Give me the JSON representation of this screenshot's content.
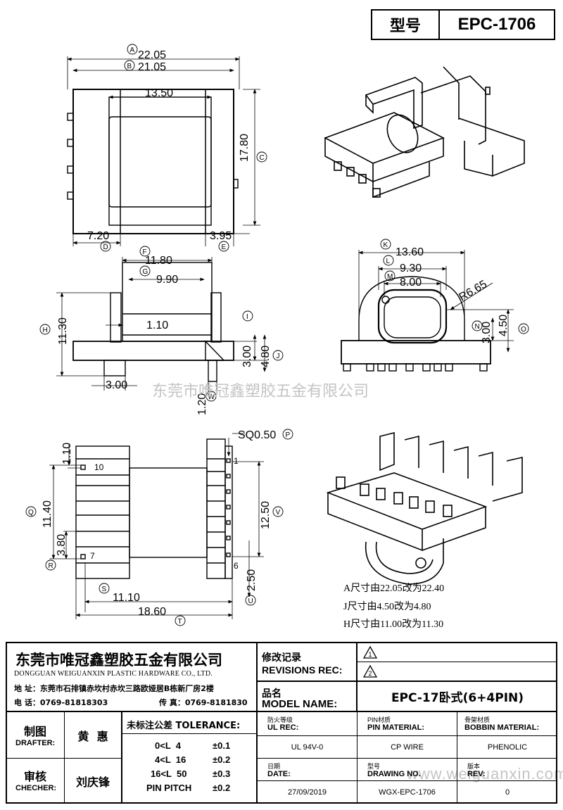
{
  "header": {
    "model_label": "型号",
    "model_value": "EPC-1706"
  },
  "dimensions": {
    "A": "22.05",
    "B": "21.05",
    "C": "17.80",
    "D": "7.20",
    "E": "3.95",
    "F": "11.80",
    "G": "9.90",
    "H": "11.30",
    "I": "3.00",
    "J": "4.80",
    "h1": "1.10",
    "k1": "3.00",
    "W": "1.20",
    "K": "13.60",
    "L": "9.30",
    "M": "8.00",
    "R": "R6.65",
    "N": "3.00",
    "O": "4.50",
    "P": "SQ0.50",
    "q1": "1.10",
    "Q": "11.40",
    "R2": "3.80",
    "V": "12.50",
    "U": "2.50",
    "S": "11.10",
    "T": "18.60",
    "pin_10": "10",
    "pin_7": "7",
    "pin_1": "1",
    "pin_6": "6"
  },
  "letters": [
    "A",
    "B",
    "C",
    "D",
    "E",
    "F",
    "G",
    "H",
    "I",
    "J",
    "K",
    "L",
    "M",
    "N",
    "O",
    "P",
    "Q",
    "R",
    "S",
    "T",
    "U",
    "V",
    "W"
  ],
  "notes": [
    "A尺寸由22.05改为22.40",
    "J尺寸由4.50改为4.80",
    "H尺寸由11.00改为11.30"
  ],
  "watermarks": {
    "company": "东莞市唯冠鑫塑胶五金有限公司",
    "site": "www.weiguanxin.com"
  },
  "title_block": {
    "company_cn": "东莞市唯冠鑫塑胶五金有限公司",
    "company_en": "DONGGUAN WEIGUANXIN PLASTIC HARDWARE CO., LTD.",
    "address": "地  址：东莞市石排镇赤坎村赤坎三路欧娅居B栋新厂房2楼",
    "phone": "电  话：0769-81818303",
    "fax": "传  真：0769-8181830",
    "revisions_cn": "修改记录",
    "revisions_en": "REVISIONS REC:",
    "rev1": "1",
    "rev2": "2",
    "model_name_cn": "品名",
    "model_name_en": "MODEL NAME:",
    "model_name_value": "EPC-17卧式(6+4PIN)",
    "drafter_cn": "制图",
    "drafter_en": "DRAFTER:",
    "drafter_name": "黄  惠",
    "checker_cn": "审核",
    "checker_en": "CHECHER:",
    "checker_name": "刘庆锋",
    "tolerance_title": "未标注公差 TOLERANCE:",
    "tolerances": [
      {
        "range": "0<L  4",
        "value": "±0.1"
      },
      {
        "range": "4<L  16",
        "value": "±0.2"
      },
      {
        "range": "16<L  50",
        "value": "±0.3"
      },
      {
        "range": "PIN PITCH",
        "value": "±0.2"
      }
    ],
    "ul_cn": "防火等级",
    "ul_en": "UL REC:",
    "ul_value": "UL 94V-0",
    "pin_mat_cn": "PIN材质",
    "pin_mat_en": "PIN MATERIAL:",
    "pin_mat_value": "CP WIRE",
    "bobbin_mat_cn": "骨架材质",
    "bobbin_mat_en": "BOBBIN MATERIAL:",
    "bobbin_mat_value": "PHENOLIC",
    "date_cn": "日期",
    "date_en": "DATE:",
    "date_value": "27/09/2019",
    "drawing_cn": "型号",
    "drawing_en": "DRAWING NO.",
    "drawing_value": "WGX-EPC-1706",
    "rev_cn": "版本",
    "rev_en": "REV:",
    "rev_value": "0"
  }
}
